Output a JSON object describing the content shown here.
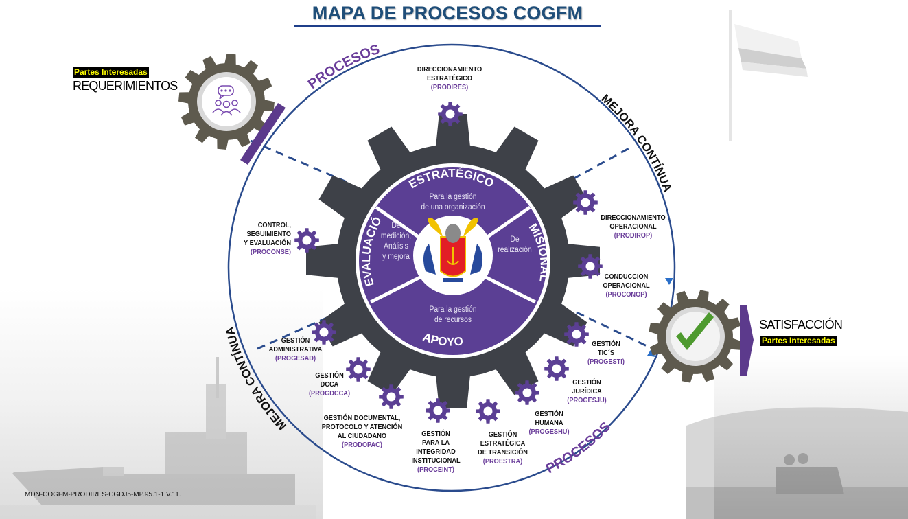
{
  "title": "MAPA DE PROCESOS COGFM",
  "colors": {
    "title": "#1f4e79",
    "accent_purple": "#5b3f94",
    "code_purple": "#6a3d9a",
    "ring_blue": "#2a4b8d",
    "gear_dark": "#3e4148",
    "gear_olive": "#5e5a4e",
    "check_green": "#4e9a2f",
    "tag_bg": "#000000",
    "tag_fg": "#ffff00"
  },
  "input": {
    "tag": "Partes Interesadas",
    "label": "REQUERIMIENTOS",
    "icon": "people-chat-icon"
  },
  "output": {
    "label": "SATISFACCIÓN",
    "tag": "Partes Interesadas",
    "icon": "checkmark-icon"
  },
  "ring_labels": {
    "procesos_top": "PROCESOS",
    "procesos_bottom": "PROCESOS",
    "mejora_right": "MEJORA CONTÍNUA",
    "mejora_left": "MEJORA CONTÍNUA"
  },
  "core": {
    "segments": [
      {
        "title": "ESTRATÉGICO",
        "text": [
          "Para la gestión",
          "de una organización"
        ]
      },
      {
        "title": "MISIONAL",
        "text": [
          "De",
          "realización"
        ]
      },
      {
        "title": "APOYO",
        "text": [
          "Para la gestión",
          "de recursos"
        ]
      },
      {
        "title": "EVALUACIÓN",
        "text": [
          "De",
          "medición,",
          "Análisis",
          "y mejora"
        ]
      }
    ],
    "emblem": "cogfm-coat-of-arms"
  },
  "processes": [
    {
      "name": [
        "DIRECCIONAMIENTO",
        "ESTRATÉGICO"
      ],
      "code": "(PRODIRES)"
    },
    {
      "name": [
        "DIRECCIONAMIENTO",
        "OPERACIONAL"
      ],
      "code": "(PRODIROP)"
    },
    {
      "name": [
        "CONDUCCION",
        "OPERACIONAL"
      ],
      "code": "(PROCONOP)"
    },
    {
      "name": [
        "CONTROL,",
        "SEGUIMIENTO",
        "Y EVALUACIÓN"
      ],
      "code": "(PROCONSE)"
    },
    {
      "name": [
        "GESTIÓN",
        "ADMINISTRATIVA"
      ],
      "code": "(PROGESAD)"
    },
    {
      "name": [
        "GESTIÓN",
        "DCCA"
      ],
      "code": "(PROGDCCA)"
    },
    {
      "name": [
        "GESTIÓN DOCUMENTAL,",
        "PROTOCOLO Y ATENCIÓN",
        "AL CIUDADANO"
      ],
      "code": "(PRODOPAC)"
    },
    {
      "name": [
        "GESTIÓN",
        "PARA LA",
        "INTEGRIDAD",
        "INSTITUCIONAL"
      ],
      "code": "(PROCEINT)"
    },
    {
      "name": [
        "GESTIÓN",
        "ESTRATÉGICA",
        "DE TRANSICIÓN"
      ],
      "code": "(PROESTRA)"
    },
    {
      "name": [
        "GESTIÓN",
        "HUMANA"
      ],
      "code": "(PROGESHU)"
    },
    {
      "name": [
        "GESTIÓN",
        "JURÍDICA"
      ],
      "code": "(PROGESJU)"
    },
    {
      "name": [
        "GESTIÓN",
        "TIC´S"
      ],
      "code": "(PROGESTI)"
    }
  ],
  "footer": "MDN-COGFM-PRODIRES-CGDJ5-MP.95.1-1 V.11."
}
